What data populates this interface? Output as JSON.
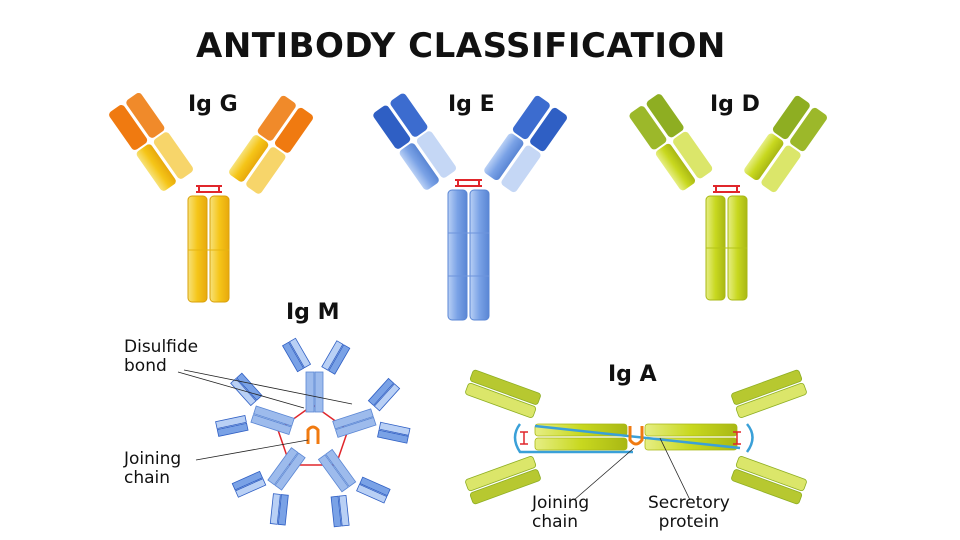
{
  "title": "ANTIBODY CLASSIFICATION",
  "antibodies": {
    "igg": "Ig G",
    "ige": "Ig E",
    "igd": "Ig D",
    "igm": "Ig M",
    "iga": "Ig A"
  },
  "annotations": {
    "disulfide_line1": "Disulfide",
    "disulfide_line2": "bond",
    "igm_joining_line1": "Joining",
    "igm_joining_line2": "chain",
    "iga_joining_line1": "Joining",
    "iga_joining_line2": "chain",
    "secretory_line1": "Secretory",
    "secretory_line2": "protein"
  },
  "colors": {
    "igg_heavy": "#f5c518",
    "igg_tip": "#f07a10",
    "ige_heavy": "#7aa2e6",
    "ige_tip": "#2f5fc4",
    "igd_heavy": "#c8d81f",
    "igd_tip": "#8eae22",
    "bond": "#e0262b",
    "secretory": "#3aa0d8"
  }
}
